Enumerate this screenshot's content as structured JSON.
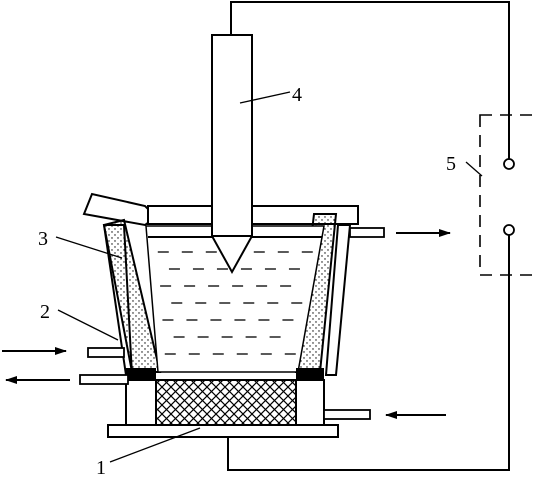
{
  "labels": {
    "one": "1",
    "two": "2",
    "three": "3",
    "four": "4",
    "five": "5"
  }
}
